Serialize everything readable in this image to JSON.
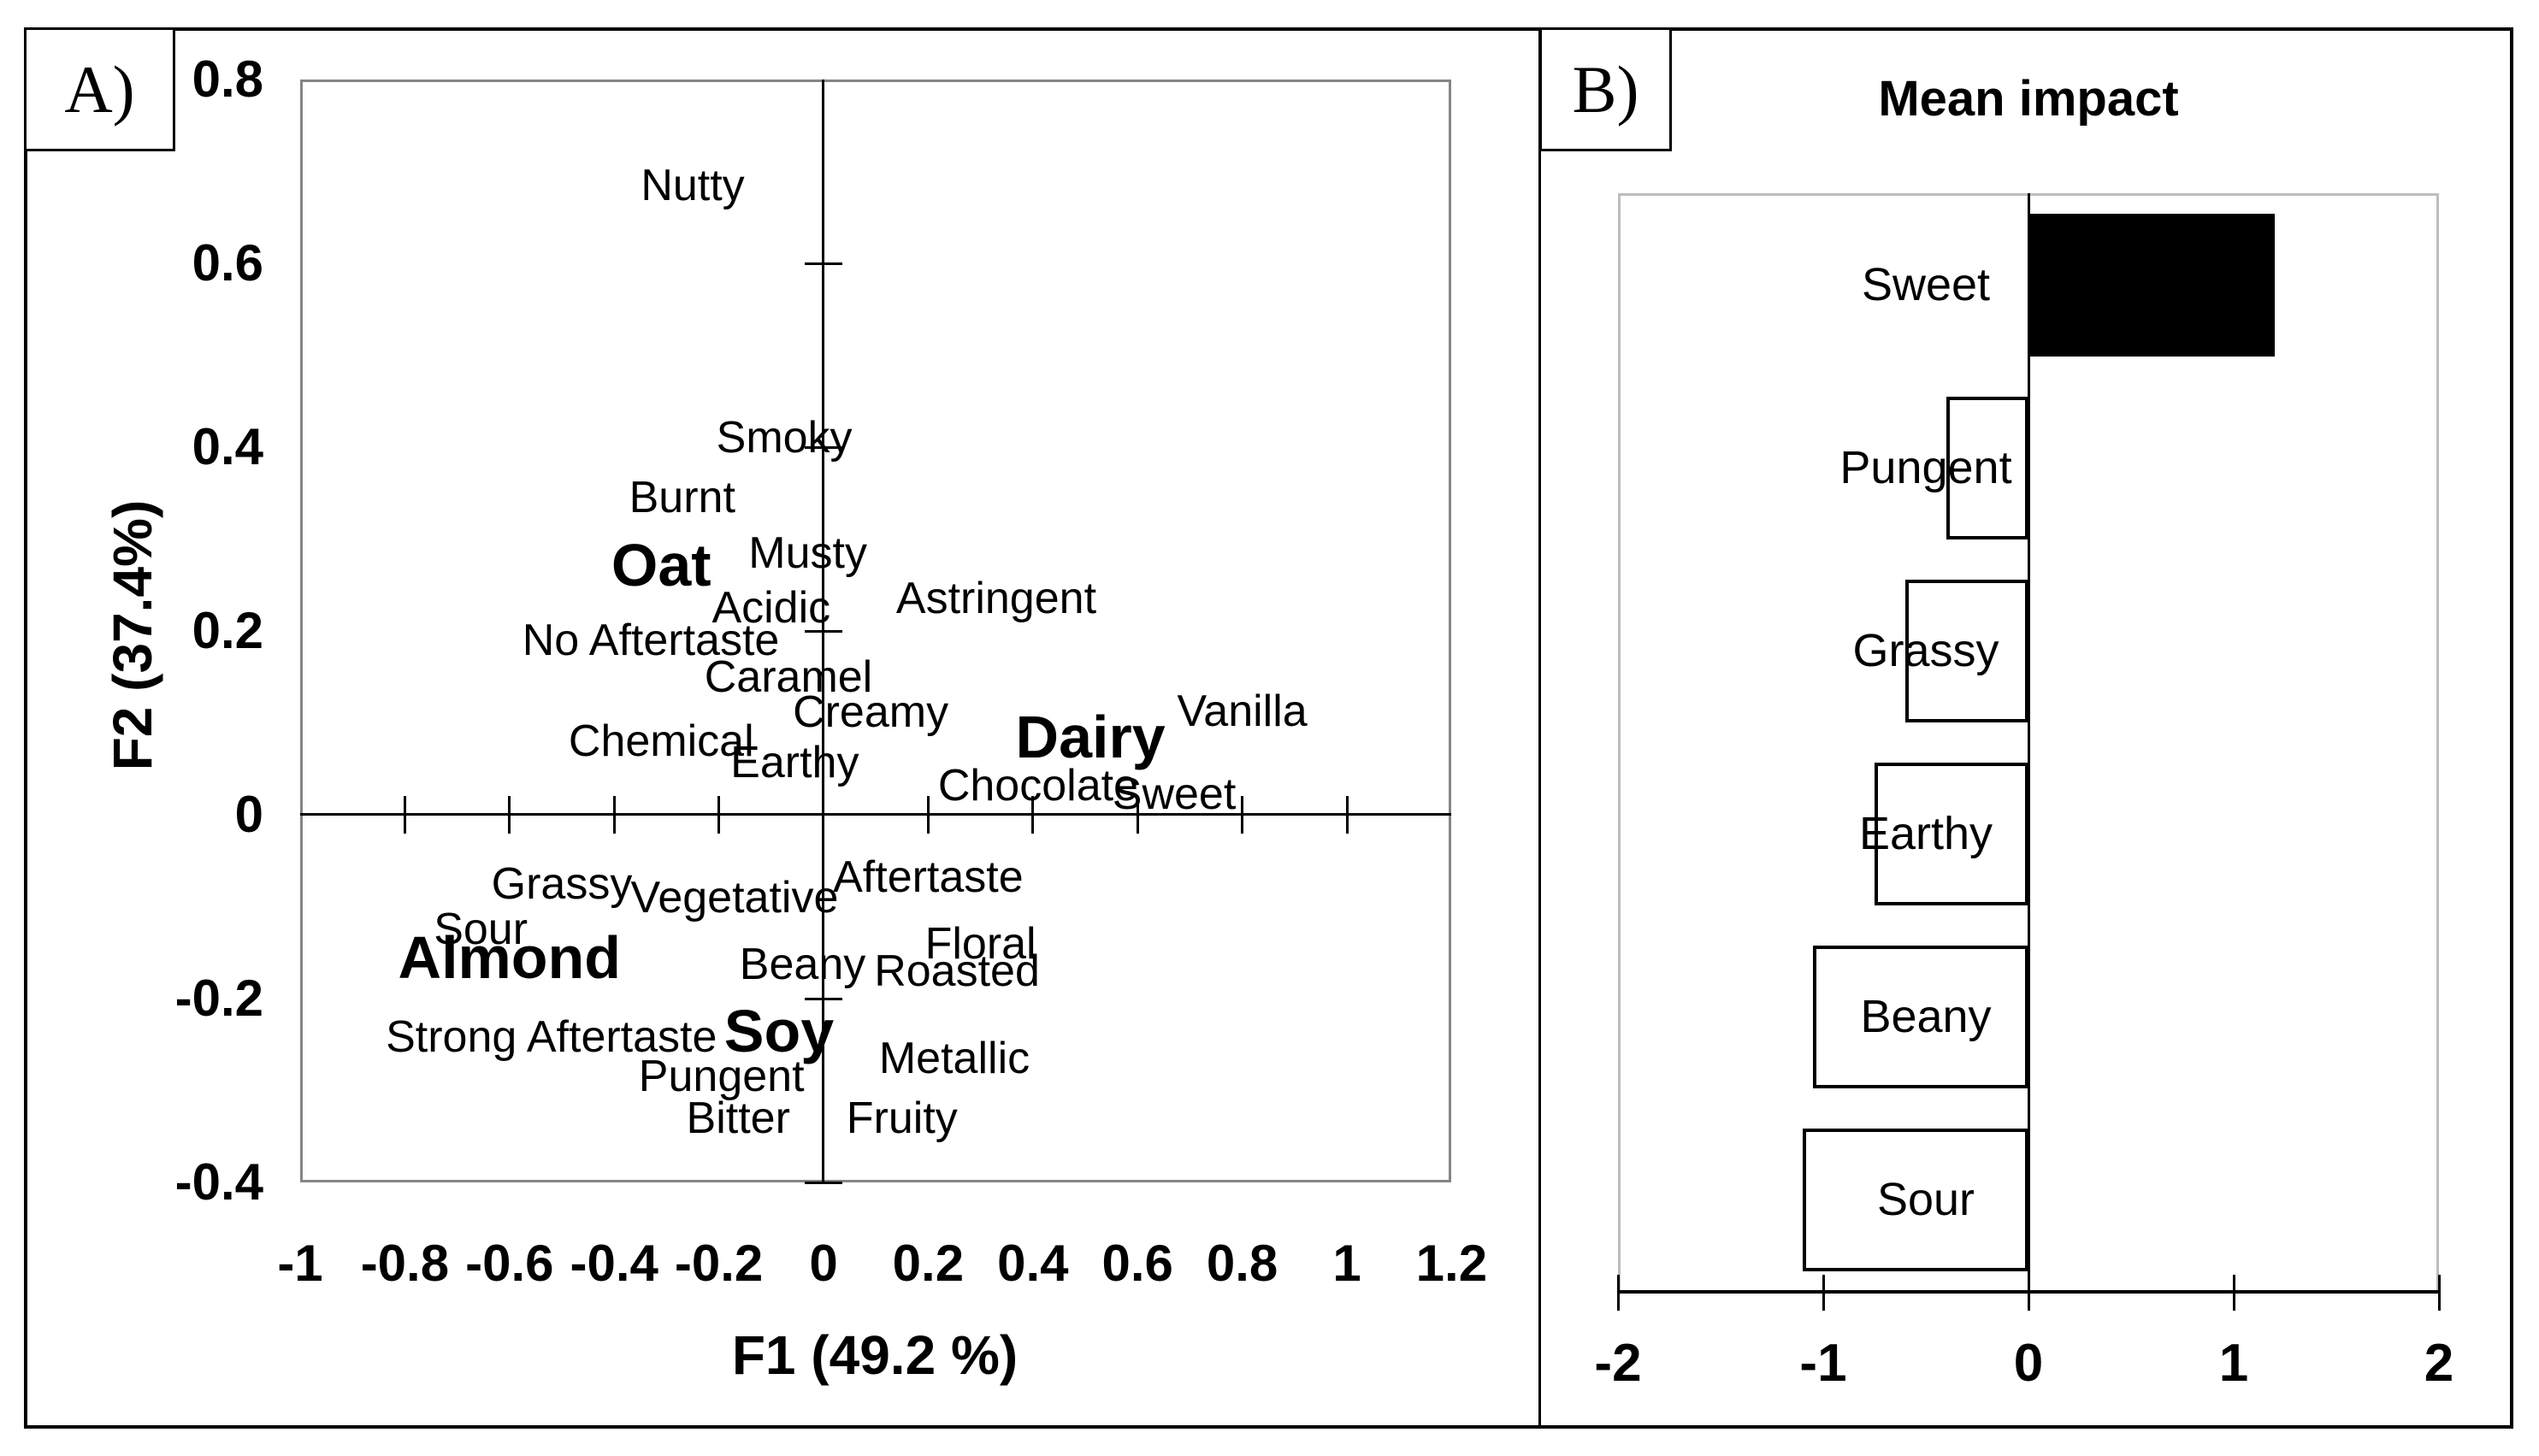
{
  "chart_data": [
    {
      "type": "scatter",
      "subtype": "pca-biplot-text-labels",
      "tag": "A)",
      "title": "",
      "xlabel": "F1 (49.2 %)",
      "ylabel": "F2 (37.4%)",
      "xlim": [
        -1,
        1.2
      ],
      "ylim": [
        -0.4,
        0.8
      ],
      "x_ticks": [
        -1,
        -0.8,
        -0.6,
        -0.4,
        -0.2,
        0,
        0.2,
        0.4,
        0.6,
        0.8,
        1,
        1.2
      ],
      "y_ticks": [
        0.8,
        0.6,
        0.4,
        0.2,
        0,
        -0.2,
        -0.4
      ],
      "grid": false,
      "attributes": [
        {
          "label": "Nutty",
          "x": -0.25,
          "y": 0.685
        },
        {
          "label": "Smoky",
          "x": -0.075,
          "y": 0.41
        },
        {
          "label": "Burnt",
          "x": -0.27,
          "y": 0.345
        },
        {
          "label": "Musty",
          "x": -0.03,
          "y": 0.285
        },
        {
          "label": "Acidic",
          "x": -0.1,
          "y": 0.225
        },
        {
          "label": "No Aftertaste",
          "x": -0.33,
          "y": 0.19
        },
        {
          "label": "Caramel",
          "x": -0.067,
          "y": 0.15
        },
        {
          "label": "Creamy",
          "x": 0.09,
          "y": 0.112
        },
        {
          "label": "Chemical",
          "x": -0.31,
          "y": 0.08
        },
        {
          "label": "Earthy",
          "x": -0.055,
          "y": 0.057
        },
        {
          "label": "Astringent",
          "x": 0.33,
          "y": 0.235
        },
        {
          "label": "Vanilla",
          "x": 0.8,
          "y": 0.113
        },
        {
          "label": "Chocolate",
          "x": 0.41,
          "y": 0.032
        },
        {
          "label": "Sweet",
          "x": 0.67,
          "y": 0.022
        },
        {
          "label": "Aftertaste",
          "x": 0.2,
          "y": -0.068
        },
        {
          "label": "Grassy",
          "x": -0.5,
          "y": -0.075
        },
        {
          "label": "Vegetative",
          "x": -0.17,
          "y": -0.09
        },
        {
          "label": "Sour",
          "x": -0.655,
          "y": -0.125
        },
        {
          "label": "Beany",
          "x": -0.04,
          "y": -0.163
        },
        {
          "label": "Floral",
          "x": 0.3,
          "y": -0.14
        },
        {
          "label": "Roasted",
          "x": 0.255,
          "y": -0.17
        },
        {
          "label": "Strong Aftertaste",
          "x": -0.52,
          "y": -0.242
        },
        {
          "label": "Pungent",
          "x": -0.195,
          "y": -0.285
        },
        {
          "label": "Metallic",
          "x": 0.25,
          "y": -0.265
        },
        {
          "label": "Bitter",
          "x": -0.163,
          "y": -0.33
        },
        {
          "label": "Fruity",
          "x": 0.15,
          "y": -0.33
        }
      ],
      "products": [
        {
          "label": "Oat",
          "x": -0.31,
          "y": 0.272
        },
        {
          "label": "Dairy",
          "x": 0.51,
          "y": 0.085
        },
        {
          "label": "Almond",
          "x": -0.6,
          "y": -0.155
        },
        {
          "label": "Soy",
          "x": -0.085,
          "y": -0.235
        }
      ]
    },
    {
      "type": "bar",
      "subtype": "horizontal",
      "tag": "B)",
      "title": "Mean impact",
      "categories": [
        "Sweet",
        "Pungent",
        "Grassy",
        "Earthy",
        "Beany",
        "Sour"
      ],
      "values": [
        1.2,
        -0.4,
        -0.6,
        -0.75,
        -1.05,
        -1.1
      ],
      "bar_fills": [
        "#000000",
        "#ffffff",
        "#ffffff",
        "#ffffff",
        "#ffffff",
        "#ffffff"
      ],
      "xlim": [
        -2,
        2
      ],
      "x_ticks": [
        -2,
        -1,
        0,
        1,
        2
      ],
      "label_x": -0.5,
      "grid": false,
      "legend": "none"
    }
  ],
  "colors": {
    "ink": "#000000",
    "panel_a_box_border": "#858585",
    "panel_b_box_border": "#bdbdbd",
    "background": "#ffffff"
  }
}
